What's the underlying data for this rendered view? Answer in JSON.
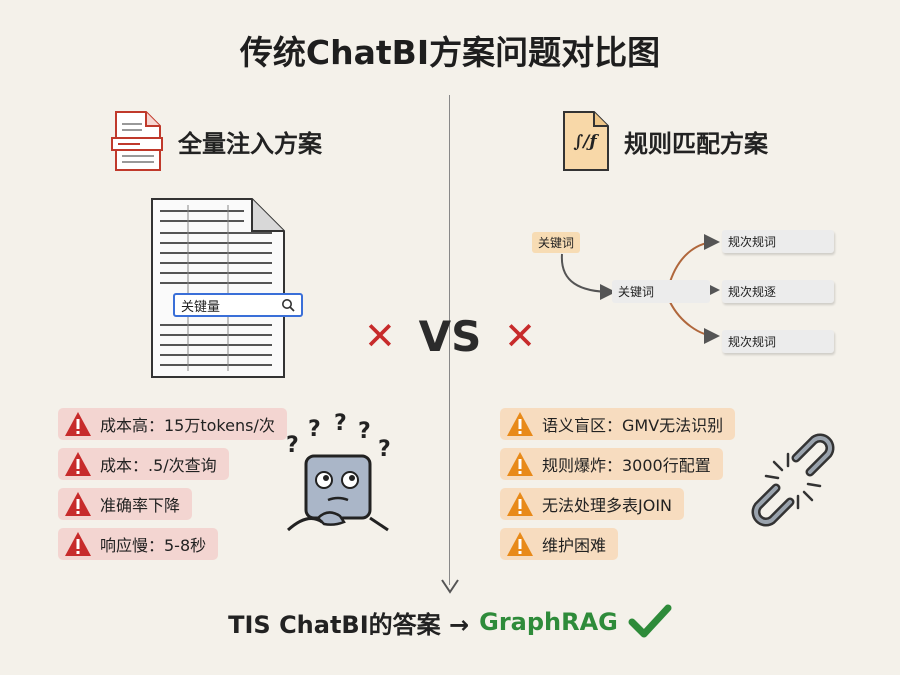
{
  "title": "传统ChatBI方案问题对比图",
  "left": {
    "heading": "全量注入方案",
    "doc_search_text": "关键量",
    "doc_search_icon": "magnifier-icon",
    "issues": [
      {
        "text": "成本高：15万tokens/次"
      },
      {
        "text": "成本：.5/次查询"
      },
      {
        "text": "准确率下降"
      },
      {
        "text": "响应慢：5-8秒"
      }
    ],
    "issue_color": "#f3d5d1",
    "warn_color": "#c72b2b"
  },
  "vs_text": "VS",
  "x_mark": "✕",
  "right": {
    "heading": "规则匹配方案",
    "icon_text": "∫/ƒ",
    "flow": {
      "source": "关键词",
      "middle": "关键词",
      "rules": [
        "规次规词",
        "规次规逐",
        "规次规词"
      ]
    },
    "issues": [
      {
        "text": "语义盲区：GMV无法识别"
      },
      {
        "text": "规则爆炸：3000行配置"
      },
      {
        "text": "无法处理多表JOIN"
      },
      {
        "text": "维护困难"
      }
    ],
    "issue_color": "#f7dcbf",
    "warn_color": "#e88a1a"
  },
  "bottom": {
    "prefix": "TIS ChatBI的答案 →",
    "answer": "GraphRAG",
    "answer_color": "#2e8b3a"
  }
}
